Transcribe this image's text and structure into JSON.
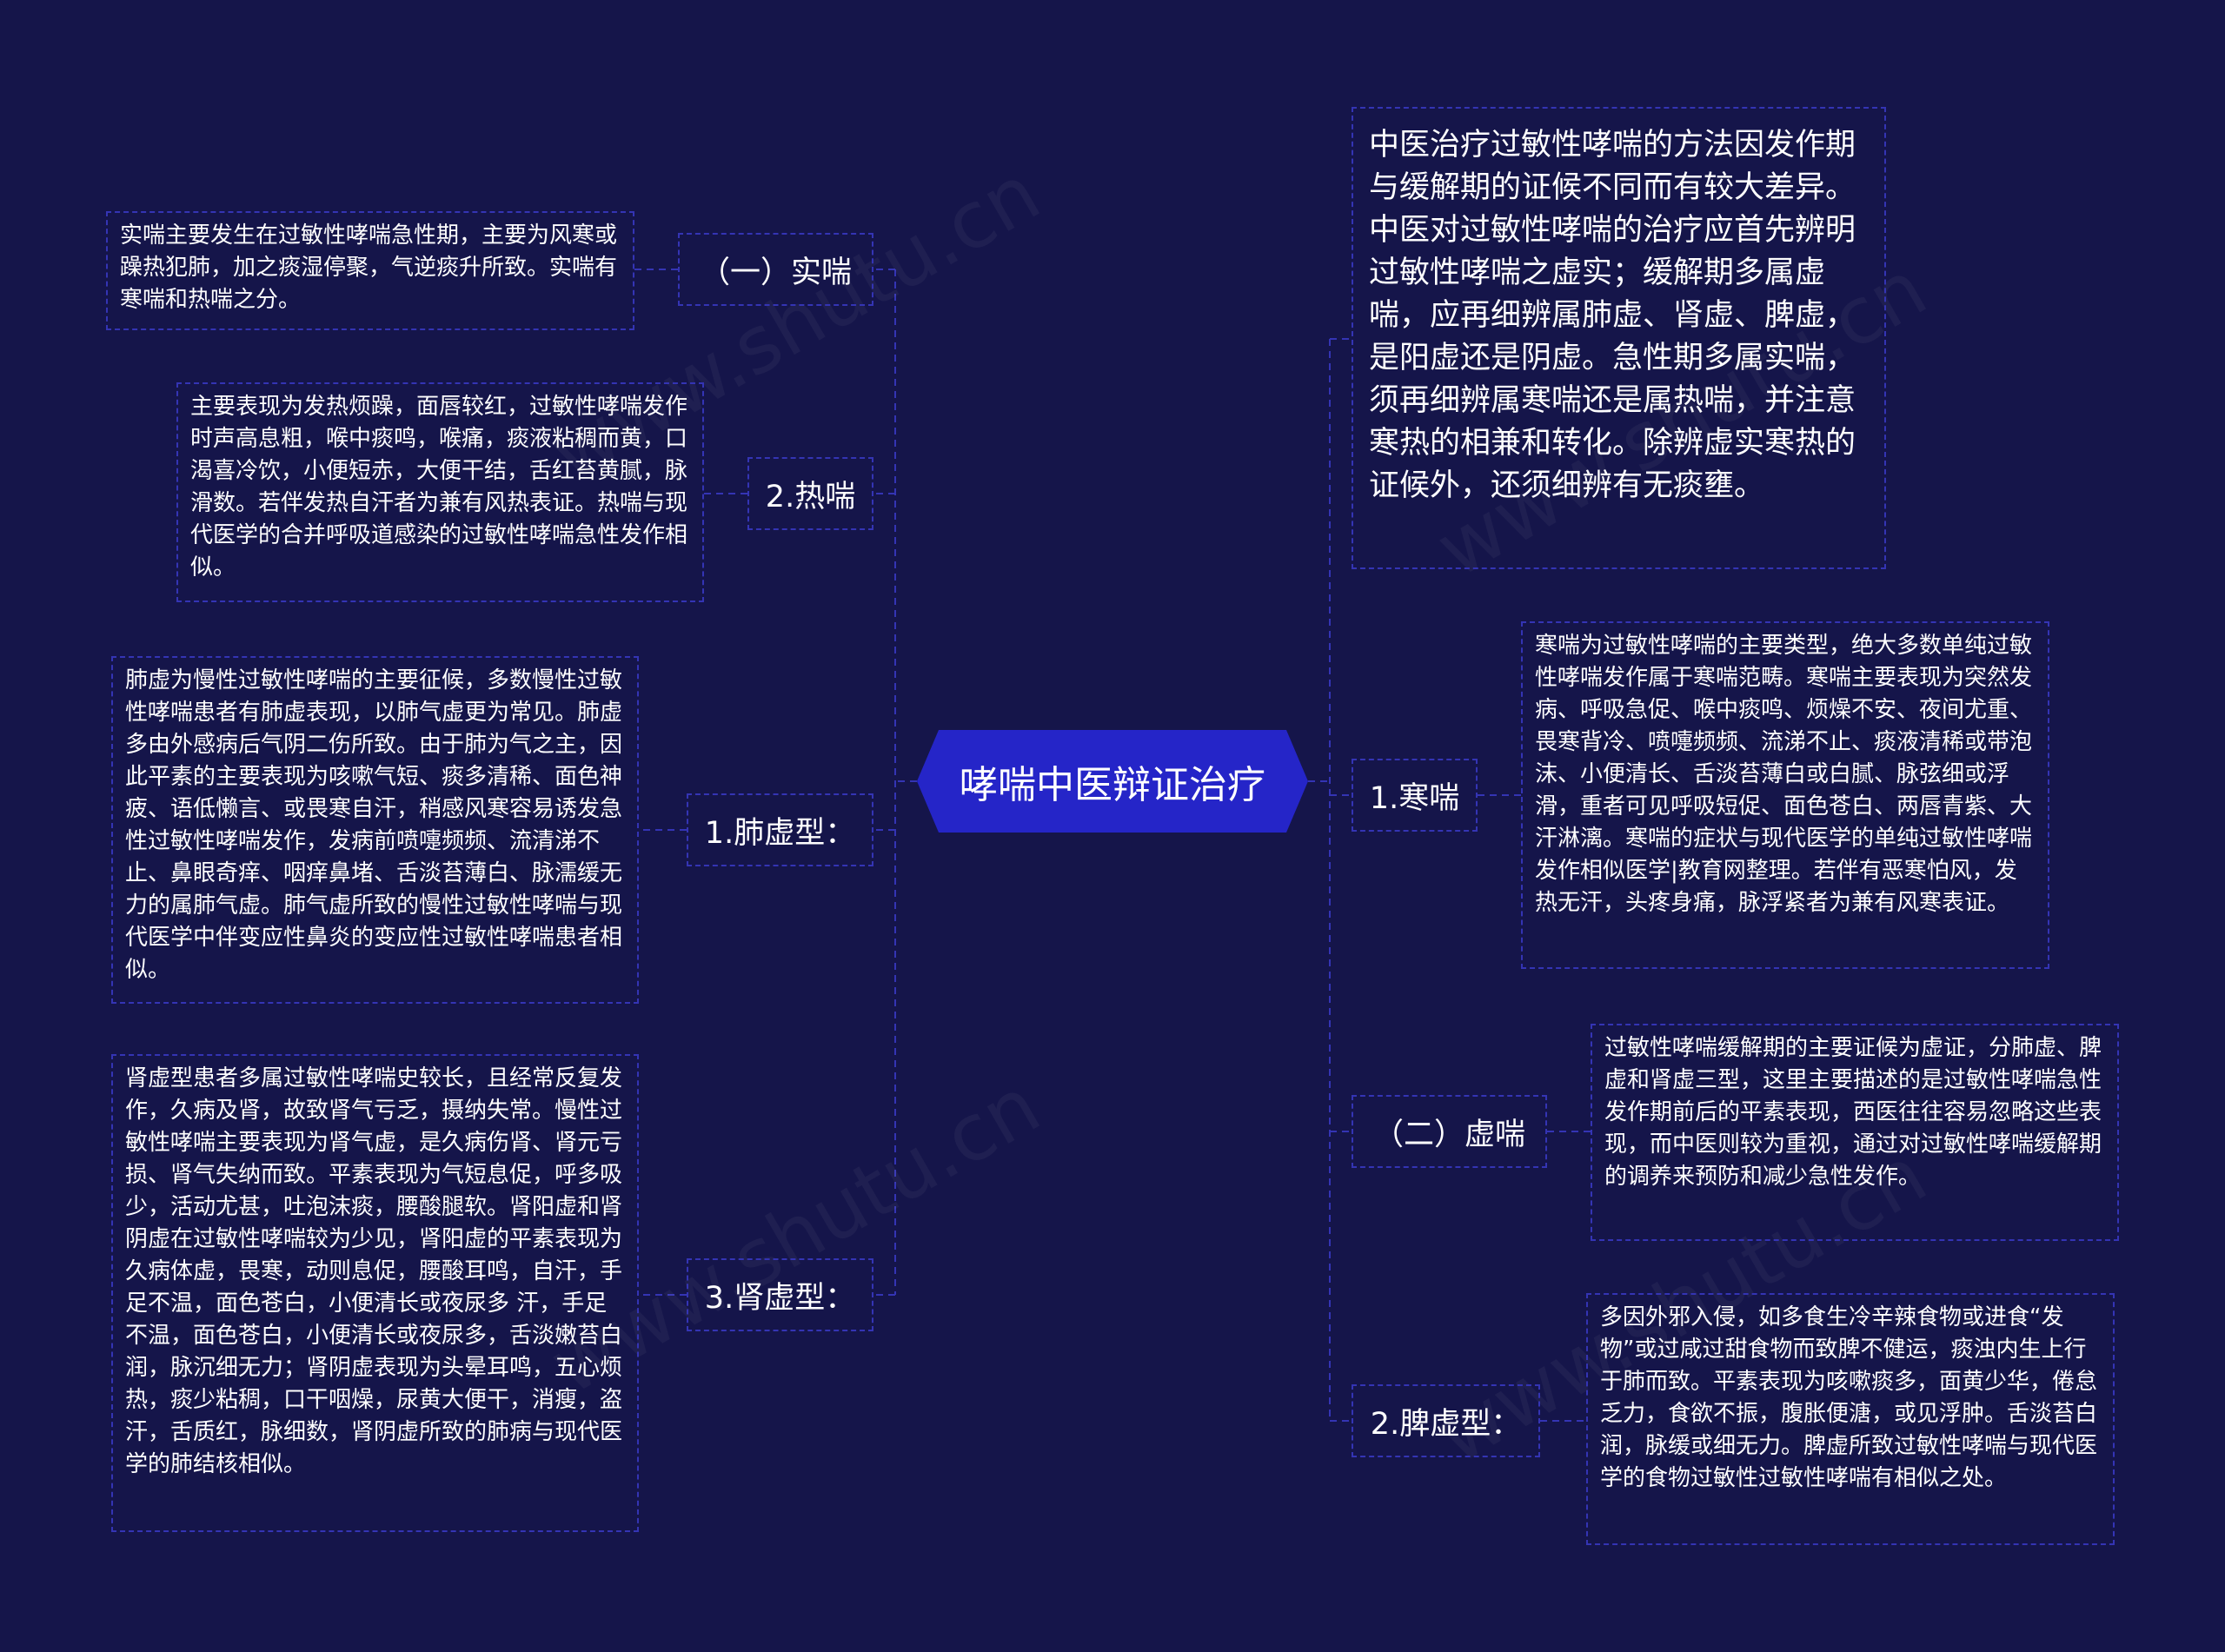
{
  "colors": {
    "background": "#15154a",
    "center_fill": "#2525c8",
    "line": "#3434b4",
    "text": "#ffffff"
  },
  "center": {
    "label": "哮喘中医辩证治疗"
  },
  "left": {
    "shichuan": {
      "label": "（一）实喘",
      "desc": "实喘主要发生在过敏性哮喘急性期，主要为风寒或躁热犯肺，加之痰湿停聚，气逆痰升所致。实喘有寒喘和热喘之分。"
    },
    "rechuan": {
      "label": "2.热喘",
      "desc": "主要表现为发热烦躁，面唇较红，过敏性哮喘发作时声高息粗，喉中痰鸣，喉痛，痰液粘稠而黄，口渴喜冷饮，小便短赤，大便干结，舌红苔黄腻，脉滑数。若伴发热自汗者为兼有风热表证。热喘与现代医学的合并呼吸道感染的过敏性哮喘急性发作相似。"
    },
    "feixu": {
      "label": "1.肺虚型：",
      "desc": "肺虚为慢性过敏性哮喘的主要征候，多数慢性过敏性哮喘患者有肺虚表现，以肺气虚更为常见。肺虚多由外感病后气阴二伤所致。由于肺为气之主，因此平素的主要表现为咳嗽气短、痰多清稀、面色神疲、语低懒言、或畏寒自汗，稍感风寒容易诱发急性过敏性哮喘发作，发病前喷嚏频频、流清涕不止、鼻眼奇痒、咽痒鼻堵、舌淡苔薄白、脉濡缓无力的属肺气虚。肺气虚所致的慢性过敏性哮喘与现代医学中伴变应性鼻炎的变应性过敏性哮喘患者相似。"
    },
    "shenxu": {
      "label": "3.肾虚型：",
      "desc": "肾虚型患者多属过敏性哮喘史较长，且经常反复发作，久病及肾，故致肾气亏乏，摄纳失常。慢性过敏性哮喘主要表现为肾气虚，是久病伤肾、肾元亏损、肾气失纳而致。平素表现为气短息促，呼多吸少，活动尤甚，吐泡沫痰，腰酸腿软。肾阳虚和肾阴虚在过敏性哮喘较为少见，肾阳虚的平素表现为久病体虚，畏寒，动则息促，腰酸耳鸣，自汗，手足不温，面色苍白，小便清长或夜尿多 汗，手足不温，面色苍白，小便清长或夜尿多，舌淡嫩苔白润，脉沉细无力；肾阴虚表现为头晕耳鸣，五心烦热，痰少粘稠，口干咽燥，尿黄大便干，消瘦，盗汗，舌质红，脉细数，肾阴虚所致的肺病与现代医学的肺结核相似。"
    }
  },
  "right": {
    "intro": "中医治疗过敏性哮喘的方法因发作期与缓解期的证候不同而有较大差异。中医对过敏性哮喘的治疗应首先辨明过敏性哮喘之虚实；缓解期多属虚喘，应再细辨属肺虚、肾虚、脾虚，是阳虚还是阴虚。急性期多属实喘，须再细辨属寒喘还是属热喘，并注意寒热的相兼和转化。除辨虚实寒热的证候外，还须细辨有无痰壅。",
    "hanchuan": {
      "label": "1.寒喘",
      "desc": "寒喘为过敏性哮喘的主要类型，绝大多数单纯过敏性哮喘发作属于寒喘范畴。寒喘主要表现为突然发病、呼吸急促、喉中痰鸣、烦燥不安、夜间尤重、畏寒背冷、喷嚏频频、流涕不止、痰液清稀或带泡沫、小便清长、舌淡苔薄白或白腻、脉弦细或浮滑，重者可见呼吸短促、面色苍白、两唇青紫、大汗淋漓。寒喘的症状与现代医学的单纯过敏性哮喘发作相似医学|教育网整理。若伴有恶寒怕风，发热无汗，头疼身痛，脉浮紧者为兼有风寒表证。"
    },
    "xuchuan": {
      "label": "（二）虚喘",
      "desc": "过敏性哮喘缓解期的主要证候为虚证，分肺虚、脾虚和肾虚三型，这里主要描述的是过敏性哮喘急性发作期前后的平素表现，西医往往容易忽略这些表现，而中医则较为重视，通过对过敏性哮喘缓解期的调养来预防和减少急性发作。"
    },
    "pixu": {
      "label": "2.脾虚型：",
      "desc": "多因外邪入侵，如多食生冷辛辣食物或进食“发物”或过咸过甜食物而致脾不健运，痰浊内生上行于肺而致。平素表现为咳嗽痰多，面黄少华，倦怠乏力，食欲不振，腹胀便溏，或见浮肿。舌淡苔白润，脉缓或细无力。脾虚所致过敏性哮喘与现代医学的食物过敏性过敏性哮喘有相似之处。"
    }
  }
}
